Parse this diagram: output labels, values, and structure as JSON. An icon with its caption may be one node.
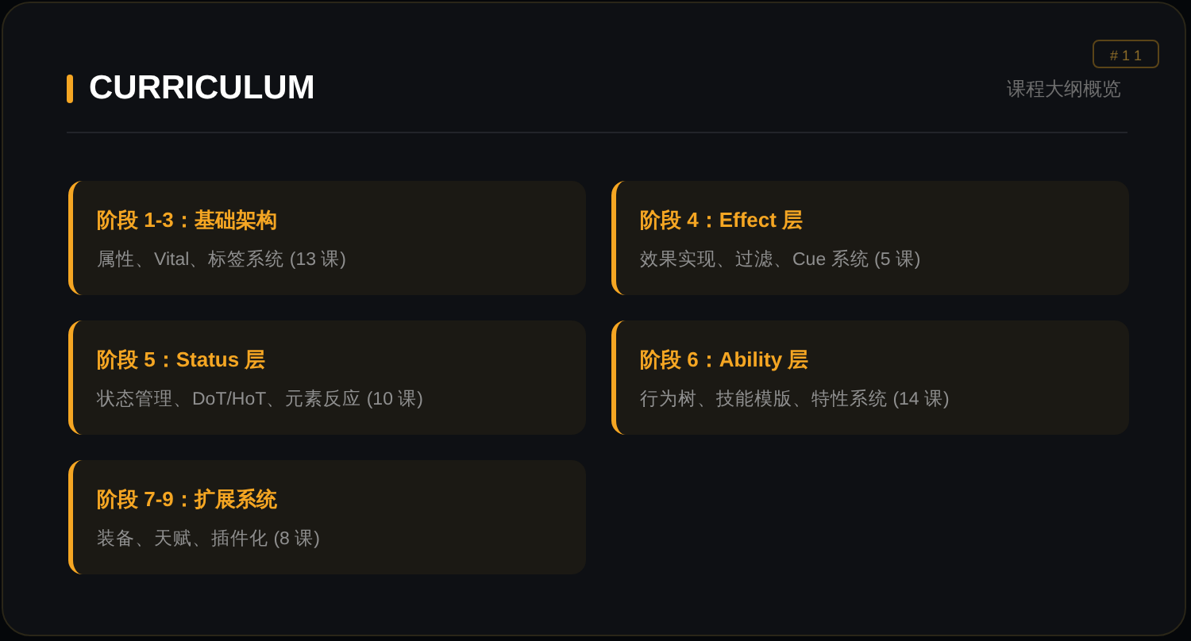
{
  "diagram": {
    "title": "CURRICULUM",
    "nodes": [
      {
        "text": [
          "阶段 1-3：基础架构",
          "属性、Vital、标签系统 (13 课)"
        ]
      },
      {
        "text": [
          "阶段 4：Effect 层",
          "效果实现、过滤、Cue 系统 (5 课)"
        ]
      },
      {
        "text": [
          "阶段 5：Status 层",
          "状态管理、DoT/HoT、元素反应 (10 课)"
        ]
      },
      {
        "text": [
          "阶段 6：Ability 层",
          "行为树、技能模版、特性系统 (14 课)"
        ]
      },
      {
        "text": [
          "阶段 7-9：扩展系统",
          "装备、天赋、插件化 (8 课)"
        ]
      }
    ],
    "edges": [],
    "labels": [
      "# 1 1",
      "课程大纲概览"
    ]
  }
}
